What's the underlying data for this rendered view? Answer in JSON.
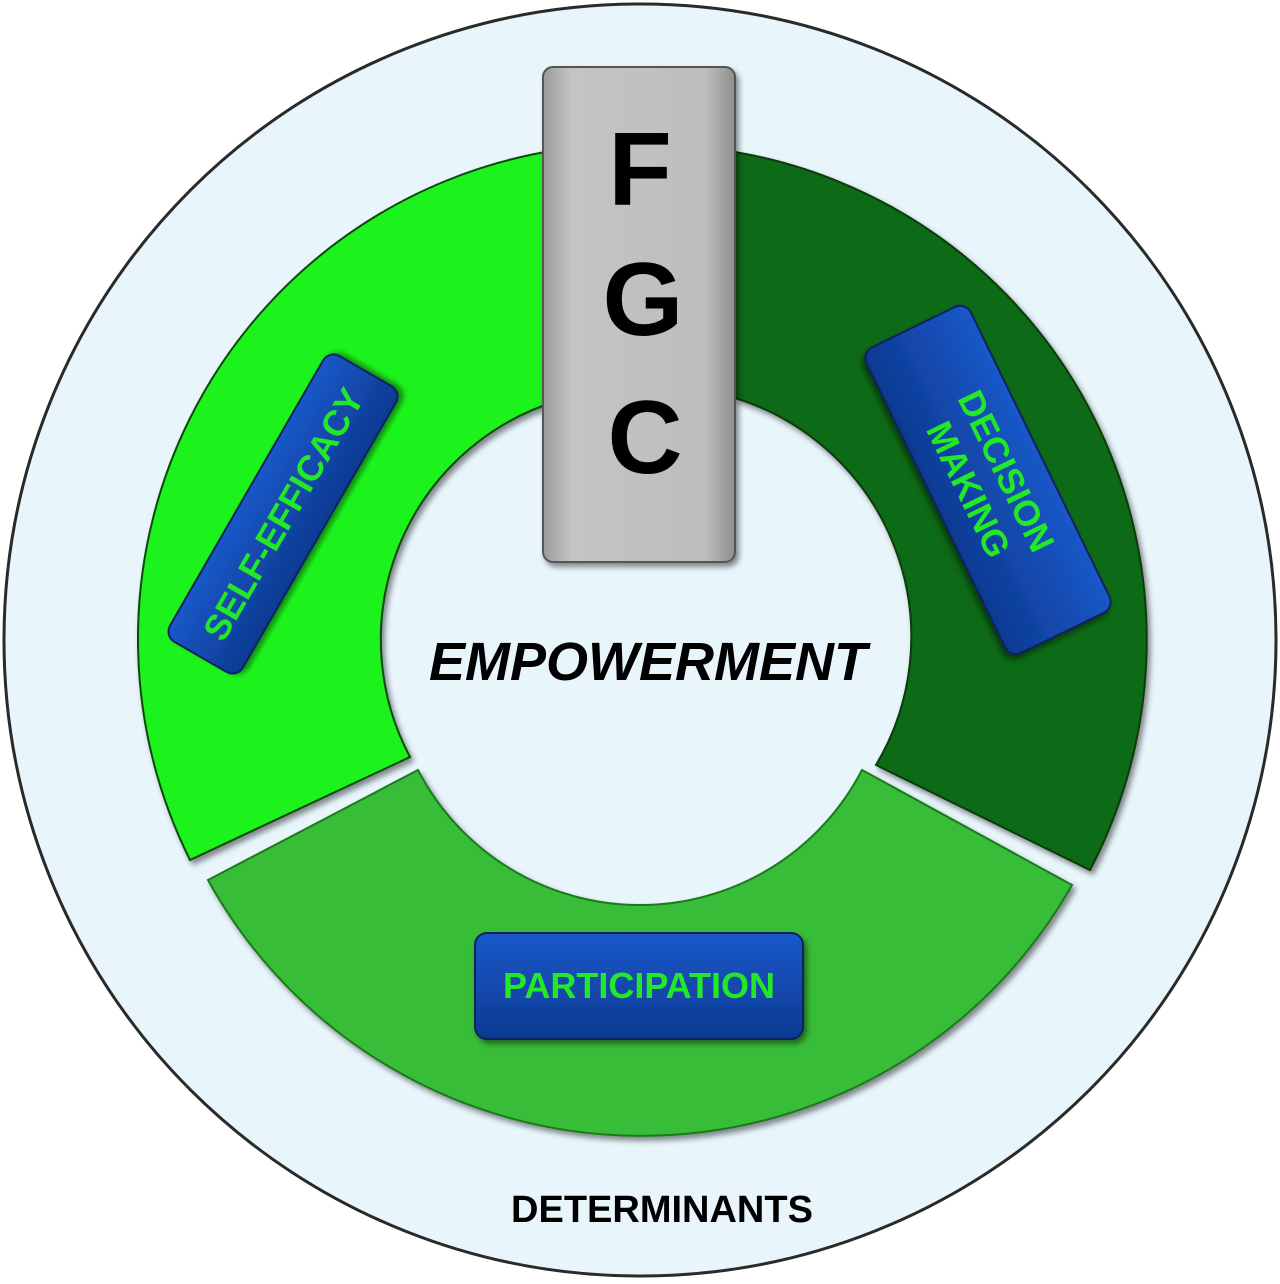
{
  "diagram": {
    "center_label": "EMPOWERMENT",
    "outer_label": "DETERMINANTS",
    "pillar": {
      "letters": [
        "F",
        "G",
        "C"
      ]
    },
    "segments": [
      {
        "id": "self-efficacy",
        "label": "SELF-EFFICACY",
        "color": "#1bf31f"
      },
      {
        "id": "decision-making",
        "label_lines": [
          "DECISION",
          "MAKING"
        ],
        "color": "#0f6b12"
      },
      {
        "id": "participation",
        "label": "PARTICIPATION",
        "color": "#37bd37"
      }
    ],
    "colors": {
      "outer_disc": "#e8f6fc",
      "inner_disc": "#e8f6fc",
      "badge": "#1044a6",
      "badge_text": "#22e827",
      "pillar": "#b9b9b9",
      "text": "#000000"
    }
  }
}
